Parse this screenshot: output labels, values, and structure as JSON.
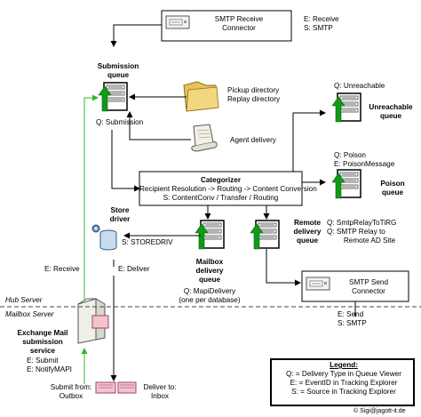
{
  "smtp_receive": {
    "label_1": "SMTP Receive",
    "label_2": "Connector",
    "e": "E: Receive",
    "s": "S: SMTP"
  },
  "submission": {
    "title_1": "Submission",
    "title_2": "queue",
    "q": "Q: Submission"
  },
  "pickup": {
    "label_1": "Pickup directory",
    "label_2": "Replay directory"
  },
  "agent": {
    "label": "Agent delivery"
  },
  "unreachable": {
    "q": "Q: Unreachable",
    "title_1": "Unreachable",
    "title_2": "queue"
  },
  "poison": {
    "q": "Q: Poison",
    "e": "E: PoisonMessage",
    "title_1": "Poison",
    "title_2": "queue"
  },
  "categorizer": {
    "title": "Categorizer",
    "line_1": "Recipient Resolution -> Routing -> Content Conversion",
    "line_2": "S: ContentConv / Transfer / Routing"
  },
  "store_driver": {
    "title_1": "Store",
    "title_2": "driver",
    "s": "S: STOREDRIV"
  },
  "mailbox_queue": {
    "title_1": "Mailbox",
    "title_2": "delivery",
    "title_3": "queue",
    "q": "Q: MapiDelivery",
    "note": "(one per database)"
  },
  "remote_queue": {
    "title_1": "Remote",
    "title_2": "delivery",
    "title_3": "queue",
    "q": "Q: SmtpRelayToTiRG",
    "q2": "Q: SMTP Relay to",
    "q3": "Remote AD Site"
  },
  "smtp_send": {
    "label_1": "SMTP Send",
    "label_2": "Connector",
    "e": "E: Send",
    "s": "S: SMTP"
  },
  "zones": {
    "hub": "Hub Server",
    "mailbox": "Mailbox Server"
  },
  "edges": {
    "e_receive": "E: Receive",
    "e_deliver": "E: Deliver"
  },
  "mailsubmission": {
    "title_1": "Exchange Mail",
    "title_2": "submission",
    "title_3": "service",
    "e": "E: Submit",
    "e2": "E: NotifyMAPI"
  },
  "outbox": {
    "label_1": "Submit from:",
    "label_2": "Outbox"
  },
  "inbox": {
    "label_1": "Deliver to:",
    "label_2": "Inbox"
  },
  "legend": {
    "title": "Legend:",
    "line_1": "Q: = Delivery Type in Queue Viewer",
    "line_2": "E: = EventID in Tracking Explorer",
    "line_3": "S: = Source in Tracking Explorer"
  },
  "copyright": "© Sigi@jagott-it.de",
  "colors": {
    "arrow_green": "#1fa01f",
    "edge_green": "#2db82d",
    "queue_arrow_green": "#0f9a18",
    "legend_border": "#000000"
  }
}
